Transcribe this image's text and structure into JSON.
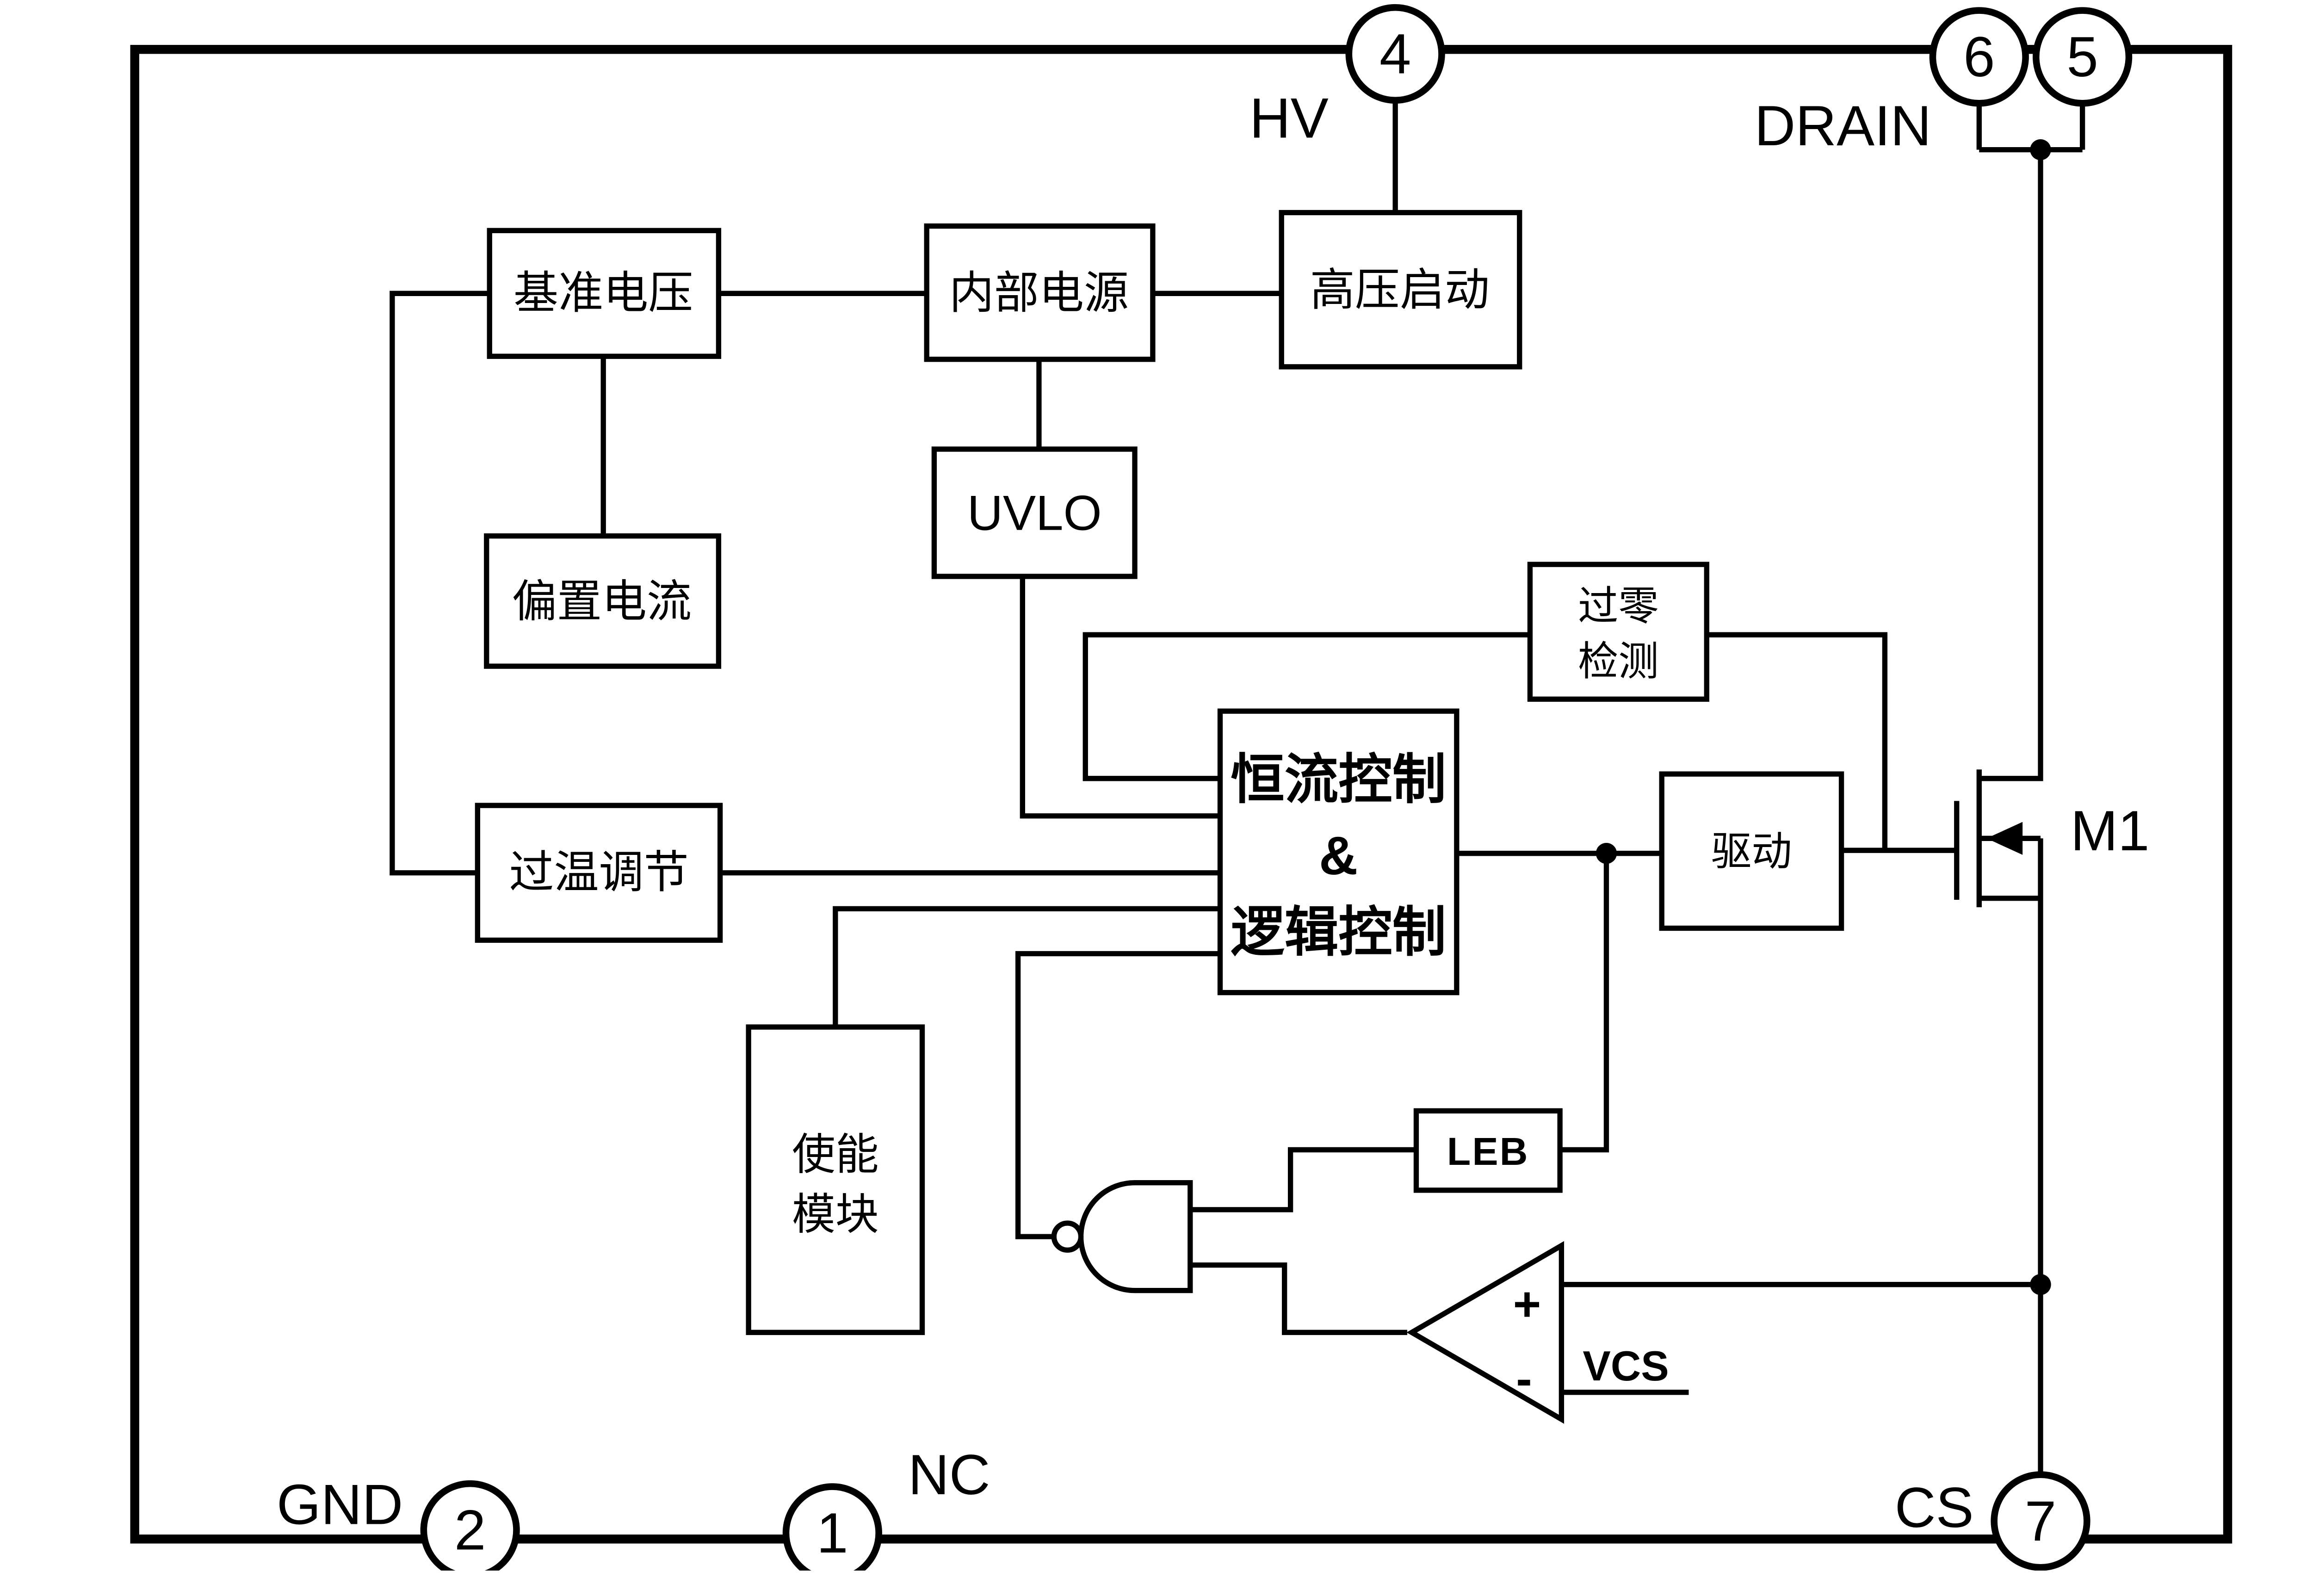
{
  "pins": {
    "hv": {
      "number": "4",
      "label": "HV"
    },
    "drain_a": {
      "number": "6"
    },
    "drain_b": {
      "number": "5"
    },
    "drain_label": "DRAIN",
    "gnd": {
      "number": "2",
      "label": "GND"
    },
    "nc": {
      "number": "1",
      "label": "NC"
    },
    "cs": {
      "number": "7",
      "label": "CS"
    }
  },
  "blocks": {
    "ref_voltage": {
      "label": "基准电压"
    },
    "internal_power": {
      "label": "内部电源"
    },
    "hv_startup": {
      "label": "高压启动"
    },
    "uvlo": {
      "label": "UVLO"
    },
    "bias_current": {
      "label": "偏置电流"
    },
    "otp_regulation": {
      "label": "过温调节"
    },
    "zero_cross": {
      "line1": "过零",
      "line2": "检测"
    },
    "cc_logic": {
      "line1": "恒流控制",
      "line2": "&",
      "line3": "逻辑控制"
    },
    "driver": {
      "label": "驱动"
    },
    "enable": {
      "line1": "使能",
      "line2": "模块"
    },
    "leb": {
      "label": "LEB"
    }
  },
  "mosfet": {
    "label": "M1"
  },
  "comparator": {
    "plus": "+",
    "minus": "-",
    "ref_label": "VCS"
  },
  "colors": {
    "line": "#000000",
    "background": "#ffffff"
  }
}
